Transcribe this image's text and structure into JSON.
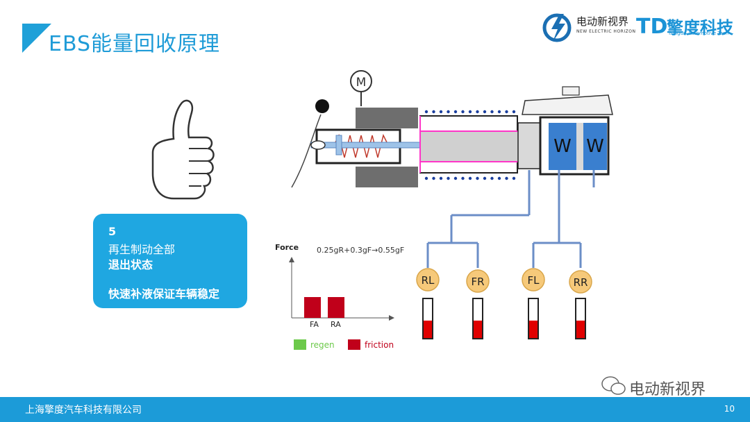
{
  "title": "EBS能量回收原理",
  "logos": {
    "a_name": "电动新视界",
    "a_sub": "NEW ELECTRIC HORIZON",
    "b_name": "擎度科技",
    "b_sub": "Tsingdu Automotive Tech",
    "b_mark": "TD"
  },
  "infobox": {
    "line1": "5",
    "line2": "再生制动全部",
    "line3": "退出状态",
    "line4": "快速补液保证车辆稳定"
  },
  "diagram": {
    "motor_symbol": "M",
    "wheels": [
      "RL",
      "FR",
      "FL",
      "RR"
    ],
    "wheel_fill_levels": [
      0.45,
      0.45,
      0.45,
      0.45
    ],
    "spring_symbol": "W",
    "colors": {
      "accent": "#1fa0d8",
      "pipe": "#6b8ec7",
      "chamber": "#3a7fcf",
      "fluid": "#e00000",
      "regen": "#6cc94a",
      "friction": "#c0001a",
      "seal": "#ff35c8"
    }
  },
  "chart_data": {
    "type": "bar",
    "title": "",
    "ylabel": "Force",
    "formula": "0.25gR+0.3gF→0.55gF",
    "categories": [
      "FA",
      "RA"
    ],
    "series": [
      {
        "name": "regen",
        "values": [
          0,
          0
        ]
      },
      {
        "name": "friction",
        "values": [
          1,
          1
        ]
      }
    ]
  },
  "watermark": "电动新视界",
  "footer": {
    "company": "上海擎度汽车科技有限公司",
    "page": "10"
  }
}
